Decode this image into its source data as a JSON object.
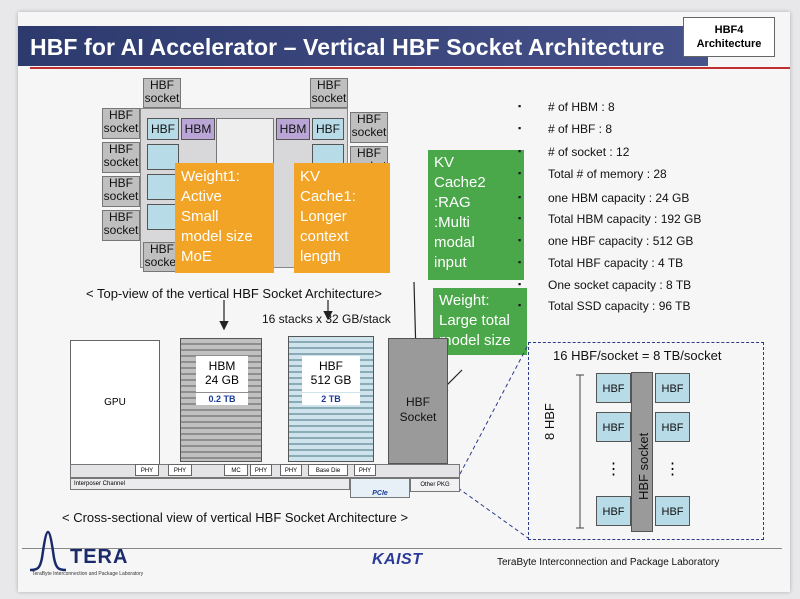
{
  "title": "HBF for AI Accelerator – Vertical HBF Socket Architecture",
  "badge": {
    "line1": "HBF4",
    "line2": "Architecture"
  },
  "top_view": {
    "hbf_socket_label": "HBF\nsocket",
    "hbm_label": "HBM",
    "hbf_label": "HBF",
    "caption": "< Top-view of the vertical HBF Socket Architecture>"
  },
  "callouts": {
    "weight1": "Weight1:\nActive\nSmall\nmodel size\nMoE",
    "kv_cache1": "KV\nCache1:\nLonger\ncontext\nlength",
    "kv_cache2": "KV\nCache2\n:RAG\n:Multi\nmodal\ninput",
    "weight": "Weight:\nLarge total\nmodel size"
  },
  "specs": [
    "# of HBM : 8",
    "# of HBF : 8",
    "# of socket : 12",
    "Total # of memory : 28",
    "one HBM capacity : 24 GB",
    "Total HBM capacity : 192 GB",
    "one HBF capacity : 512 GB",
    "Total HBF capacity : 4 TB",
    "One socket capacity : 8 TB",
    "Total SSD capacity : 96 TB"
  ],
  "cross_section": {
    "stacks_label": "16 stacks x 32 GB/stack",
    "gpu": "GPU",
    "hbm_label": "HBM\n24 GB",
    "hbm_tb": "0.2 TB",
    "hbf_label": "HBF\n512 GB",
    "hbf_tb": "2 TB",
    "hbf_socket": "HBF\nSocket",
    "phy": "PHY",
    "mc": "MC",
    "base_die": "Base Die",
    "interposer": "Interposer Channel",
    "pcie": "PCIe",
    "other_pkg": "Other PKG",
    "caption": "< Cross-sectional view of vertical HBF Socket Architecture >"
  },
  "socket_detail": {
    "title": "16 HBF/socket = 8 TB/socket",
    "side_label": "8 HBF",
    "center_label": "HBF socket",
    "hbf": "HBF",
    "dots": "⋮"
  },
  "footer": {
    "tera": "TERA",
    "tera_sub": "TeraByte Interconnection and Package Laboratory",
    "kaist": "KAIST",
    "lab": "TeraByte Interconnection and Package Laboratory"
  },
  "colors": {
    "title_bar": "#2d3a6e",
    "orange": "#f2a427",
    "green": "#4aa84a",
    "hbm": "#b9a6d6",
    "hbf": "#b8dbe8",
    "socket": "#bfbfbf"
  }
}
